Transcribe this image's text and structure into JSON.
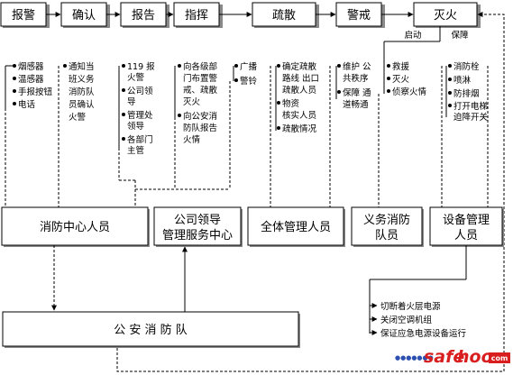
{
  "steps": [
    "报警",
    "确认",
    "报告",
    "指挥",
    "疏散",
    "警戒",
    "灭火"
  ],
  "start_link": {
    "left": "启动",
    "right": "保障"
  },
  "columns": [
    [
      "烟感器",
      "温感器",
      "手报按钮",
      "电话"
    ],
    [
      "通知当",
      "班义务",
      "消防队",
      "员确认",
      "火警"
    ],
    [
      "119 报",
      "火警",
      "公司领",
      "导",
      "管理处",
      "领导",
      "各部门",
      "主管"
    ],
    [
      "向各级部",
      "门布置警",
      "戒、疏散",
      "灭火",
      "向公安消",
      "防队报告",
      "火情"
    ],
    [
      "广播",
      "警铃"
    ],
    [
      "确定疏散",
      "路线 出口",
      "疏散人员",
      "物资",
      "核实人员",
      "疏散情况"
    ],
    [
      "维护 公",
      "共秩序",
      "保障 通",
      "道畅通"
    ],
    [
      "救援",
      "灭火",
      "侦察火情"
    ],
    [
      "消防栓",
      "喷淋",
      "防排烟",
      "打开电梯",
      "迫降开关"
    ]
  ],
  "role_boxes": {
    "center": "消防中心人员",
    "leader": [
      "公司领导",
      "管理服务中心"
    ],
    "all": "全体管理人员",
    "volunteer": [
      "义务消防",
      "队员"
    ],
    "equipment": [
      "设备管理",
      "人员"
    ]
  },
  "equipment_actions": [
    "切断着火层电源",
    "关闭空调机组",
    "保证应急电源设备运行"
  ],
  "police": "公 安 消 防 队",
  "watermark": {
    "dots": "●●●●●●●",
    "main_a": "safe",
    "main_b": "hoo",
    "suffix": "com"
  }
}
